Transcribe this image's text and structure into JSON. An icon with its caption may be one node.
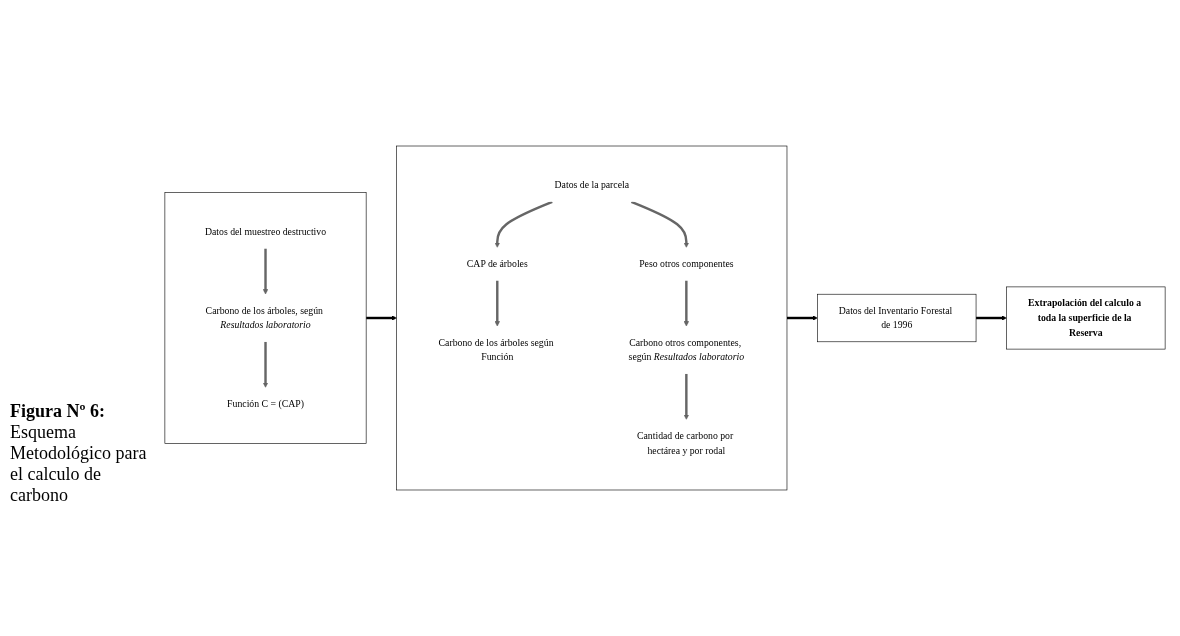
{
  "diagram": {
    "caption": "**Figura Nº 6:** Esquema Metodológico para el calculo de carbono",
    "nodes": [
      {
        "text": [],
        "shape": "box"
      },
      {
        "text": [
          "Datos del muestreo destructivo"
        ],
        "in": 0
      },
      {
        "text": [
          "Carbono de los árboles, según *Resultados laboratorio*"
        ],
        "in": 0
      },
      {
        "text": [
          "Función C = (CAP)"
        ],
        "in": 0
      },
      {
        "text": [],
        "shape": "box"
      },
      {
        "text": [
          "Datos de la parcela"
        ],
        "in": 4
      },
      {
        "text": [
          "CAP de árboles"
        ],
        "in": 4
      },
      {
        "text": [
          "Peso otros componentes"
        ],
        "in": 4
      },
      {
        "text": [
          "Carbono de los árboles según Función"
        ],
        "in": 4
      },
      {
        "text": [
          "Carbono otros componentes, según *Resultados laboratorio*"
        ],
        "in": 4
      },
      {
        "text": [
          "Cantidad de carbono por hectárea y por rodal"
        ],
        "in": 4
      },
      {
        "text": [
          "Datos del Inventario Forestal de 1996"
        ]
      },
      {
        "text": [
          "Extrapolación del calculo a toda la superficie de la Reserva"
        ]
      }
    ],
    "edges": [
      {
        "from": 1,
        "to": 2,
        "arrow": "to"
      },
      {
        "from": 2,
        "to": 3,
        "arrow": "to"
      },
      {
        "from": 0,
        "to": 4,
        "arrow": "to",
        "color": "#000000"
      },
      {
        "from": 5,
        "to": 6,
        "arrow": "to"
      },
      {
        "from": 5,
        "to": 7,
        "arrow": "to"
      },
      {
        "from": 6,
        "to": 8,
        "arrow": "to"
      },
      {
        "from": 7,
        "to": 9,
        "arrow": "to"
      },
      {
        "from": 9,
        "to": 10,
        "arrow": "to"
      },
      {
        "from": 4,
        "to": 11,
        "arrow": "to",
        "color": "#000000"
      },
      {
        "from": 11,
        "to": 12,
        "arrow": "to",
        "color": "#000000"
      }
    ]
  }
}
